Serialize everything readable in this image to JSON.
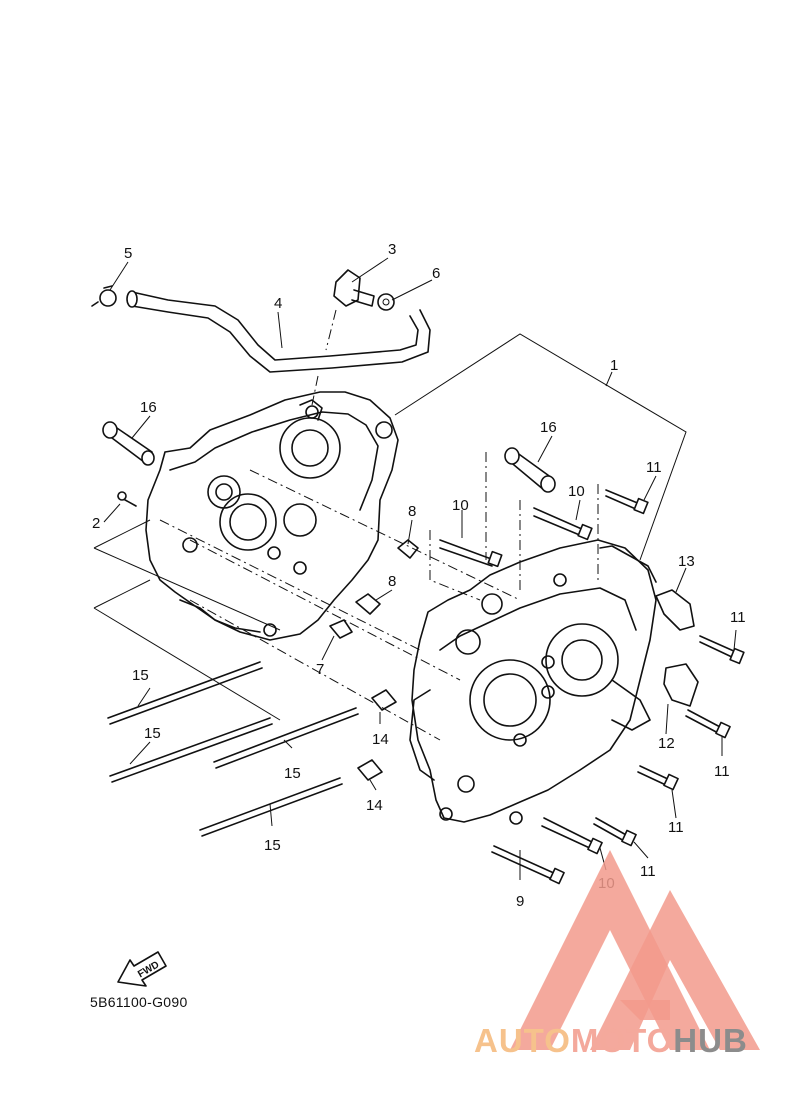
{
  "diagram": {
    "code": "5B61100-G090",
    "fwd_label": "FWD",
    "callouts": {
      "c1": "1",
      "c2": "2",
      "c3": "3",
      "c4": "4",
      "c5": "5",
      "c6": "6",
      "c7": "7",
      "c8a": "8",
      "c8b": "8",
      "c9": "9",
      "c10a": "10",
      "c10b": "10",
      "c10c": "10",
      "c11a": "11",
      "c11b": "11",
      "c11c": "11",
      "c11d": "11",
      "c11e": "11",
      "c12": "12",
      "c13": "13",
      "c14a": "14",
      "c14b": "14",
      "c15a": "15",
      "c15b": "15",
      "c15c": "15",
      "c15d": "15",
      "c16a": "16",
      "c16b": "16"
    }
  },
  "watermark": {
    "part1": "AUTO",
    "part2": "MOTO",
    "part3": "HUB",
    "colors": {
      "auto": "#f6c28c",
      "moto": "#f4a99c",
      "hub": "#8c8c8c",
      "triangle": "#f29a8c"
    }
  }
}
